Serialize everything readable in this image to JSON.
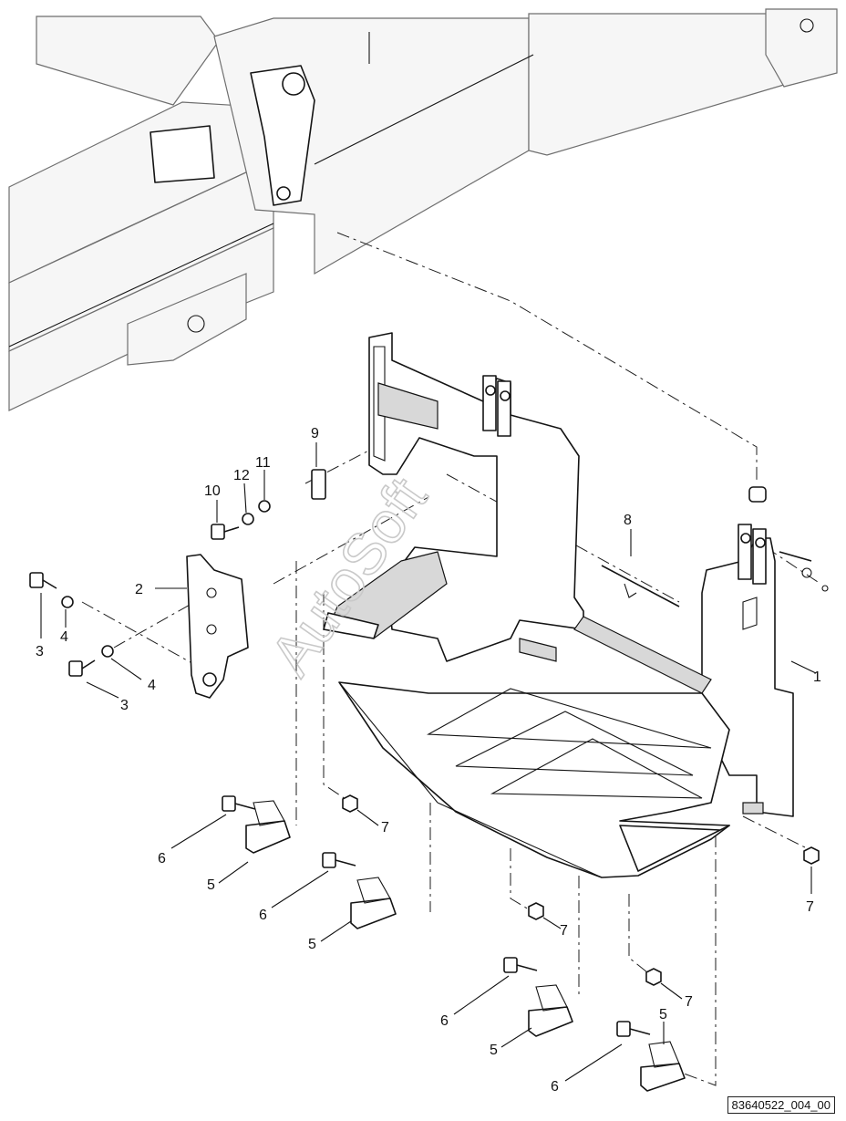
{
  "callouts": {
    "c1": "1",
    "c2": "2",
    "c3a": "3",
    "c3b": "3",
    "c4a": "4",
    "c4b": "4",
    "c5a": "5",
    "c5b": "5",
    "c5c": "5",
    "c5d": "5",
    "c6a": "6",
    "c6b": "6",
    "c6c": "6",
    "c6d": "6",
    "c7a": "7",
    "c7b": "7",
    "c7c": "7",
    "c7d": "7",
    "c8": "8",
    "c9": "9",
    "c10": "10",
    "c11": "11",
    "c12": "12"
  },
  "watermark": "AutoSoft",
  "reference": "83640522_004_00"
}
